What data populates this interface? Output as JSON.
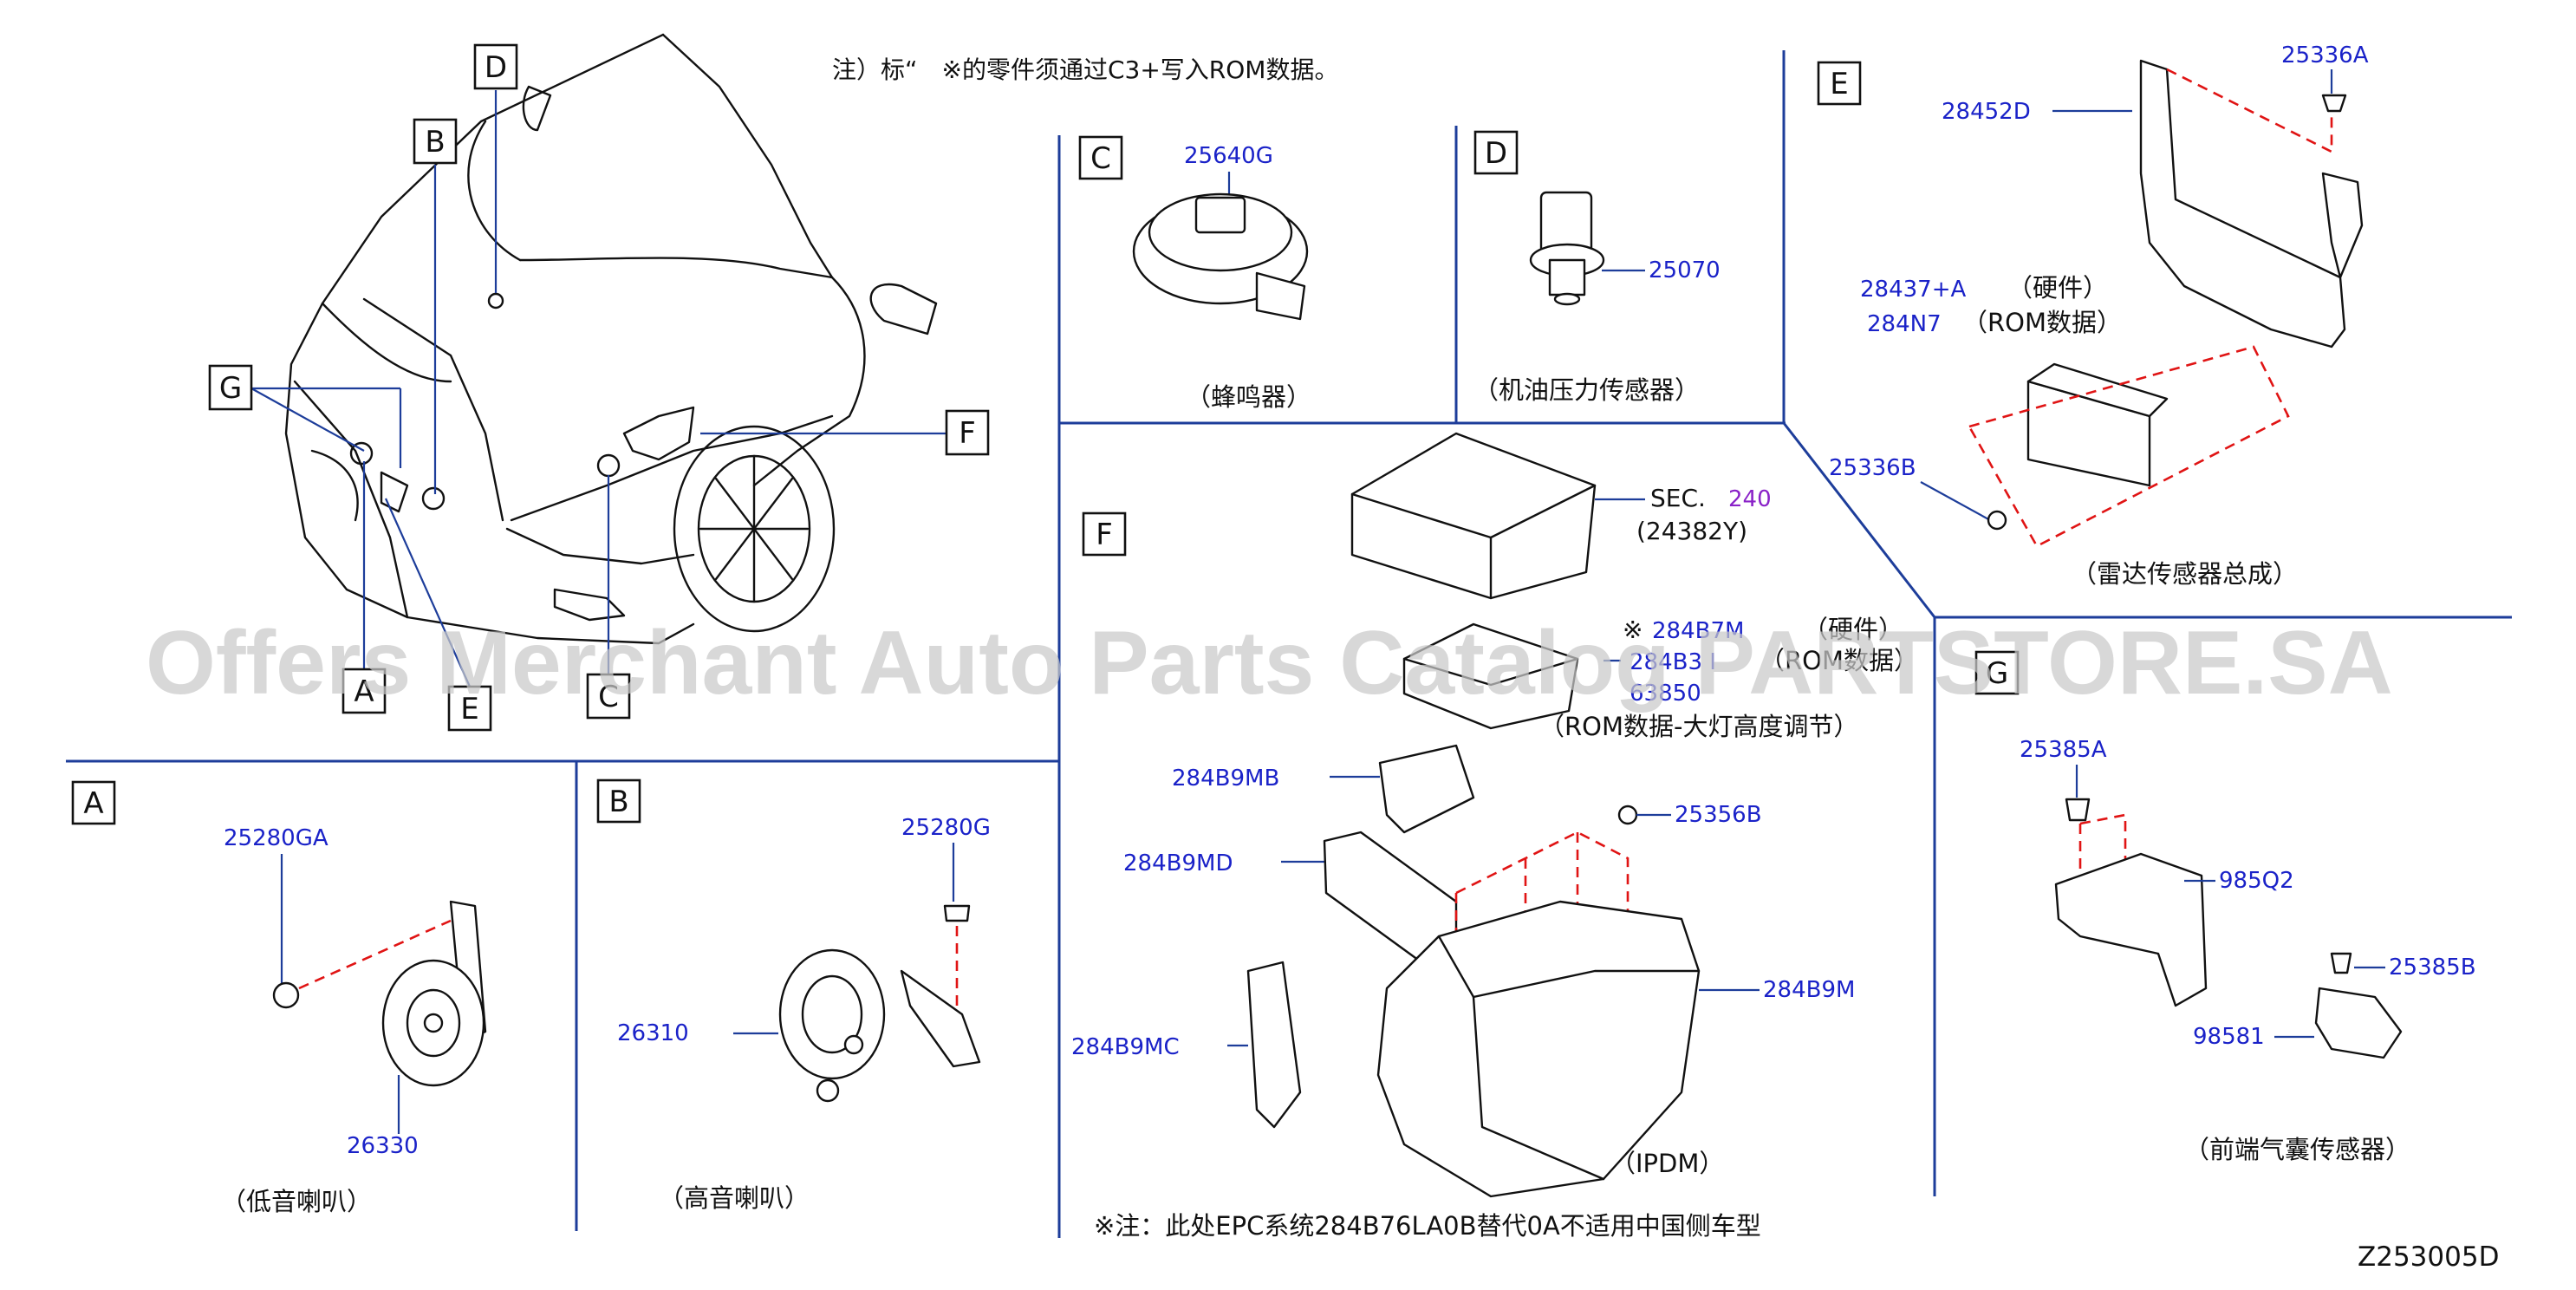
{
  "note_top": "注）标“　※的零件须通过C3+写入ROM数据。",
  "note_bottom": "※注：此处EPC系统284B76LA0B替代0A不适用中国侧车型",
  "diagram_code": "Z253005D",
  "watermark": "Offers Merchant Auto Parts Catalog PARTSTORE.SA",
  "car_view": {
    "labels": [
      "D",
      "B",
      "G",
      "F",
      "A",
      "E",
      "C"
    ]
  },
  "section_a": {
    "label": "A",
    "parts": [
      "25280GA",
      "26330"
    ],
    "caption": "（低音喇叭）"
  },
  "section_b": {
    "label": "B",
    "parts": [
      "25280G",
      "26310"
    ],
    "caption": "（高音喇叭）"
  },
  "section_c": {
    "label": "C",
    "parts": [
      "25640G"
    ],
    "caption": "（蜂鸣器）"
  },
  "section_d": {
    "label": "D",
    "parts": [
      "25070"
    ],
    "caption": "（机油压力传感器）"
  },
  "section_e": {
    "label": "E",
    "parts": [
      "25336A",
      "28452D",
      "28437+A",
      "284N7",
      "25336B"
    ],
    "hw_note": "（硬件）",
    "rom_note": "（ROM数据）",
    "caption": "（雷达传感器总成）"
  },
  "section_f": {
    "label": "F",
    "sec_ref": "SEC.",
    "sec_num": "240",
    "sec_sub": "(24382Y)",
    "mark": "※",
    "parts": [
      "284B7M",
      "284B3 I",
      "63850",
      "284B9MB",
      "284B9MD",
      "25356B",
      "284B9M",
      "284B9MC"
    ],
    "hw_note": "（硬件）",
    "rom_note": "（ROM数据）",
    "rom_leveling": "（ROM数据-大灯高度调节）",
    "caption": "（IPDM）"
  },
  "section_g": {
    "label": "G",
    "parts": [
      "25385A",
      "985Q2",
      "25385B",
      "98581"
    ],
    "caption": "（前端气囊传感器）"
  }
}
